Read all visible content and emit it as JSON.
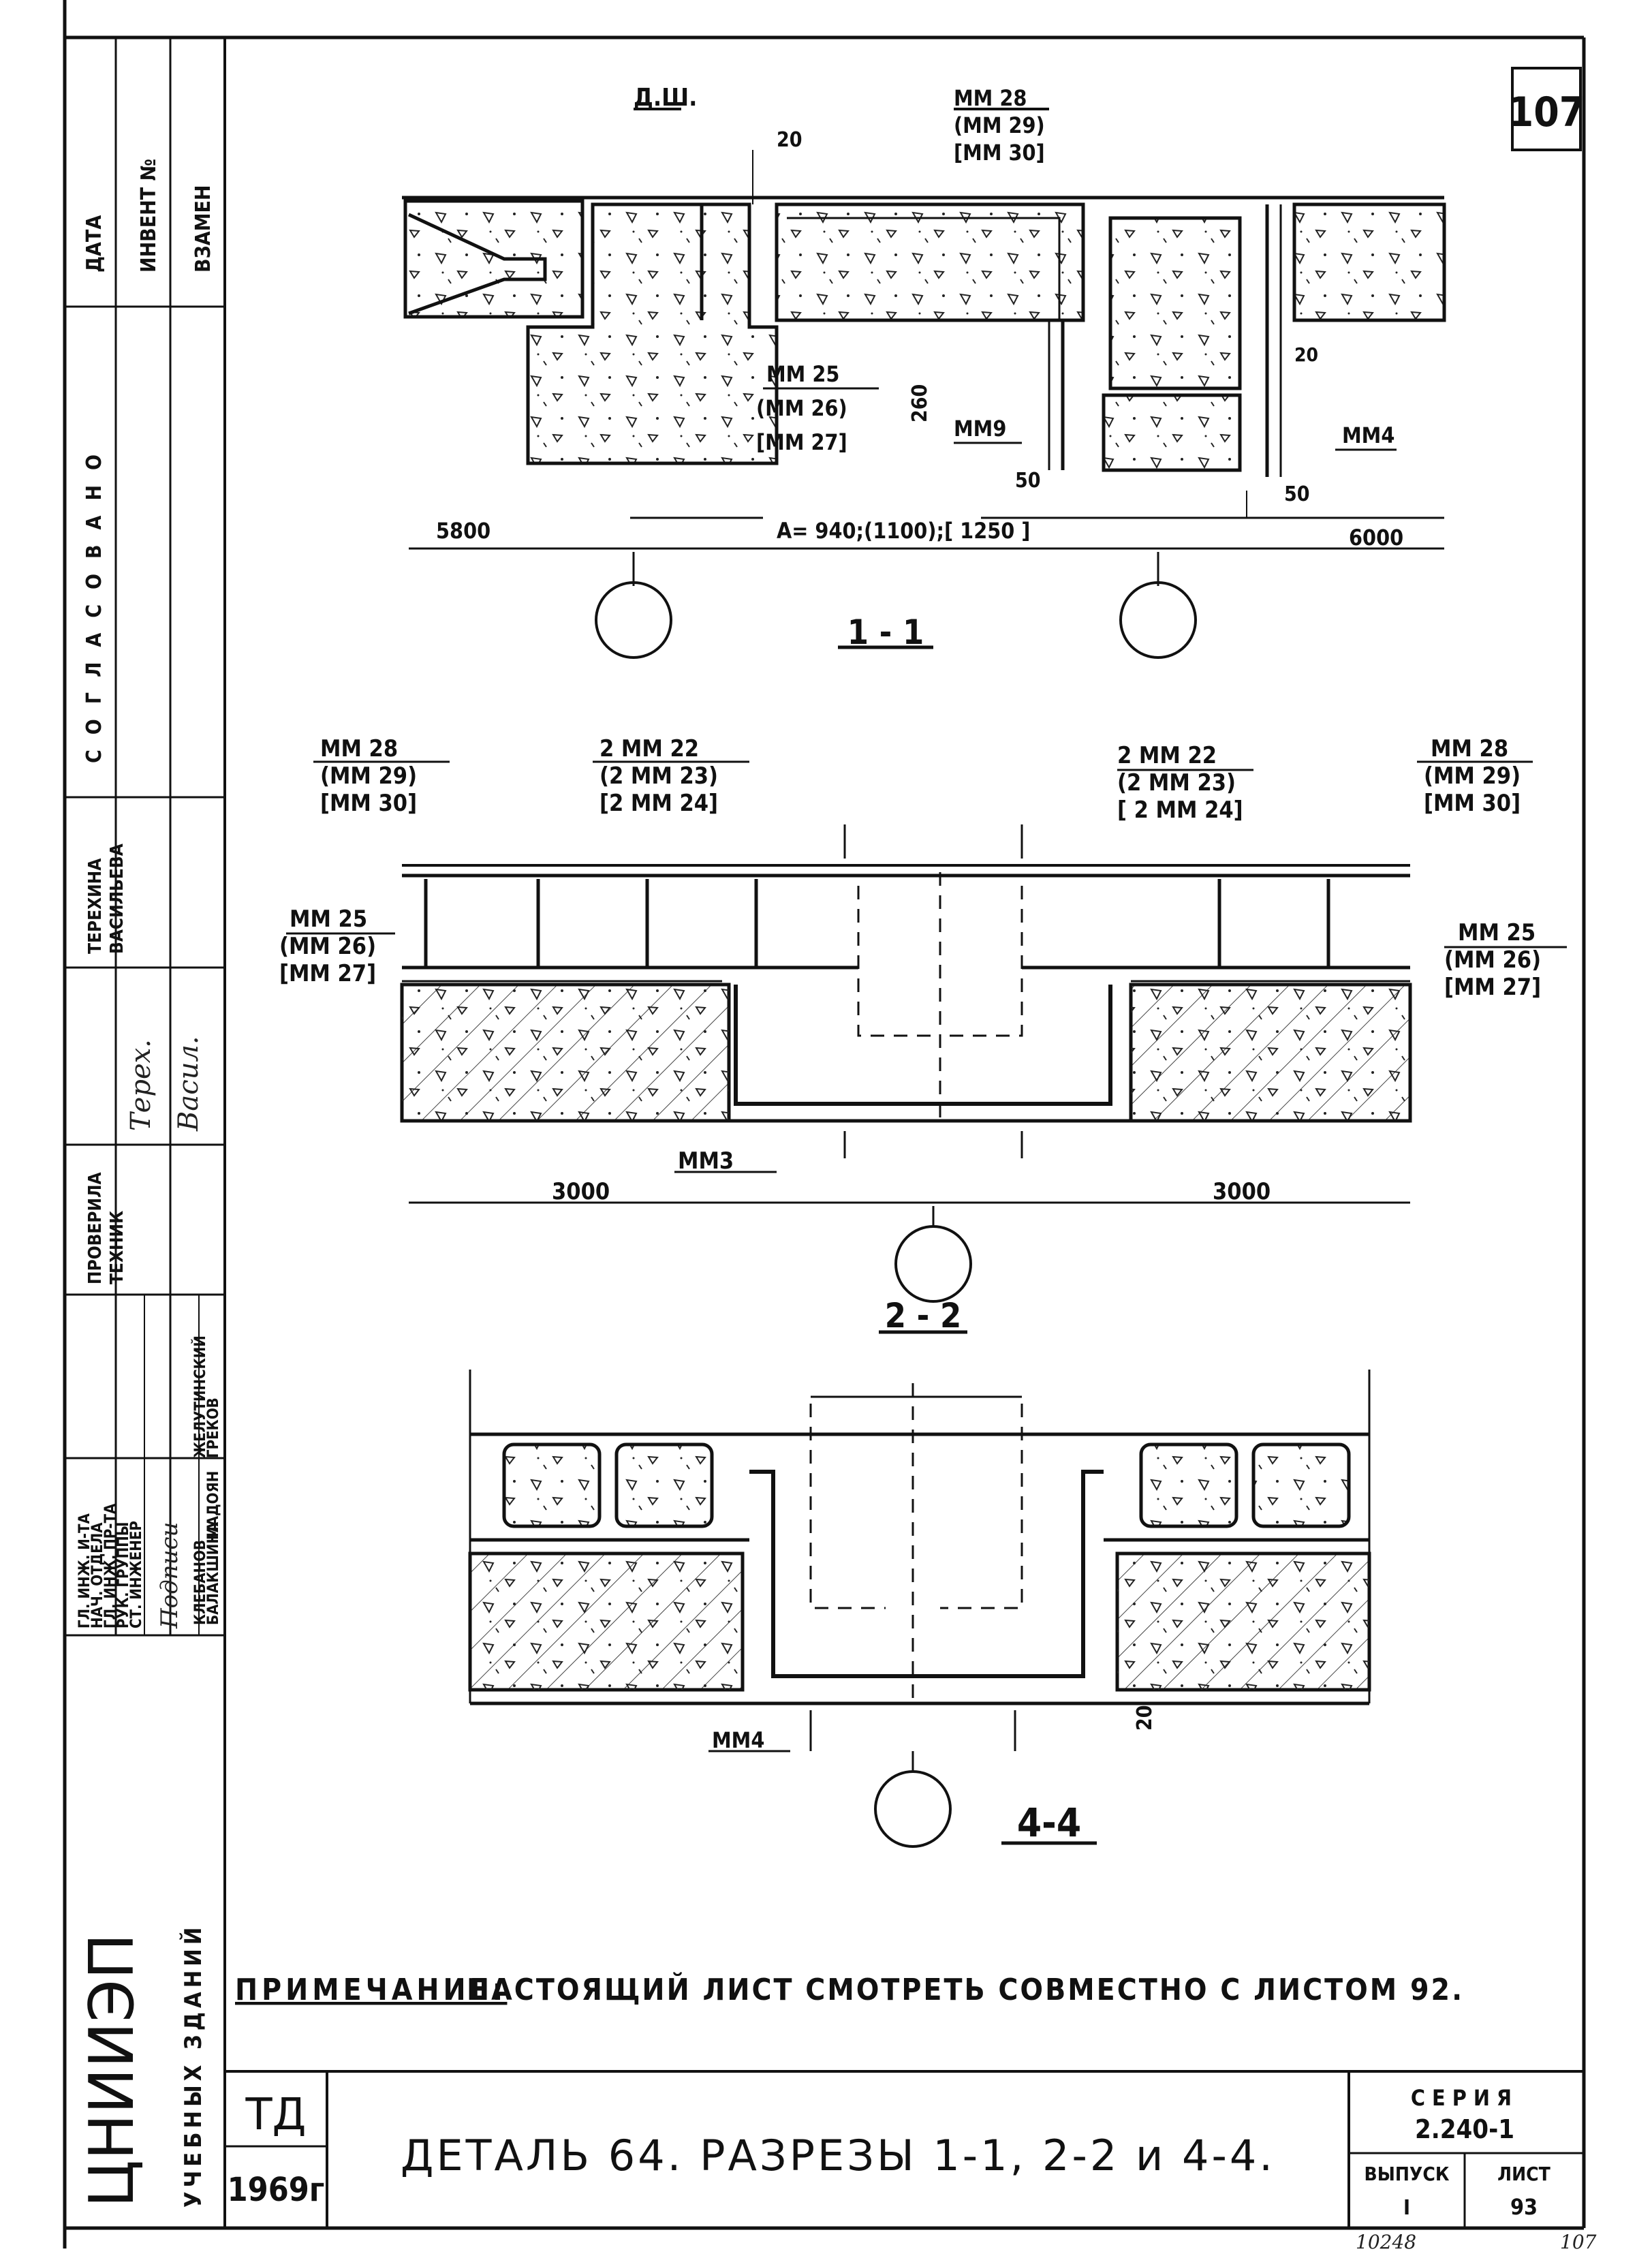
{
  "sheet": {
    "sheet_number": "107",
    "footer_archive": "10248",
    "footer_page": "107"
  },
  "side_table": {
    "top_headers": [
      "ДАТА",
      "ИНВЕНТ №",
      "ВЗАМЕН"
    ],
    "agreed": "СОГЛАСОВАНО",
    "roles": [
      "ГЛ. ИНЖ. И-ТА",
      "НАЧ. ОТДЕЛА",
      "ГЛ. ИНЖ. ПР-ТА",
      "РУК. ГРУППЫ",
      "СТ. ИНЖЕНЕР"
    ],
    "names": [
      "ЖЕЛУТИНСКИЙ",
      "ГРЕКОВ",
      "КЛЕБАНОВ",
      "БАЛАКШИНА",
      "МАДОЯН"
    ],
    "extra_roles": [
      "ПРОВЕРИЛА",
      "ТЕХНИК"
    ],
    "extra_names": [
      "ТЕРЕХИНА",
      "ВАСИЛЬЕВА"
    ],
    "org": "ЦНИИЭП",
    "org_sub": "УЧЕБНЫХ ЗДАНИЙ"
  },
  "drawing": {
    "section_1_1": {
      "detail_label": "Д.Ш.",
      "mm_top": [
        "ММ 28",
        "(ММ 29)",
        "[ММ 30]"
      ],
      "mm_left": [
        "ММ 25",
        "(ММ 26)",
        "[ММ 27]"
      ],
      "mm9": "ММ9",
      "mm4": "ММ4",
      "dim_20_top": "20",
      "dim_260": "260",
      "dim_50a": "50",
      "dim_50b": "50",
      "dim_20b": "20",
      "left_span": "5800",
      "mid_span": "А= 940;(1100);[ 1250 ]",
      "right_span": "6000",
      "title": "1 - 1"
    },
    "section_2_2": {
      "mm_left_top": [
        "ММ 28",
        "(ММ 29)",
        "[ММ 30]"
      ],
      "mm_mid_top": [
        "2 ММ 22",
        "(2 ММ 23)",
        "[2 ММ 24]"
      ],
      "mm_right_mid": [
        "2 ММ 22",
        "(2 ММ 23)",
        "[ 2 ММ 24]"
      ],
      "mm_right_top": [
        "ММ 28",
        "(ММ 29)",
        "[ММ 30]"
      ],
      "mm_left_bot": [
        "ММ 25",
        "(ММ 26)",
        "[ММ 27]"
      ],
      "mm_right_bot": [
        "ММ 25",
        "(ММ 26)",
        "[ММ 27]"
      ],
      "mm3": "ММ3",
      "left_span": "3000",
      "right_span": "3000",
      "title": "2 - 2"
    },
    "section_4_4": {
      "mm4": "ММ4",
      "dim_20": "20",
      "title": "4-4"
    }
  },
  "note": {
    "label": "ПРИМЕЧАНИЕ:",
    "text": "НАСТОЯЩИЙ  ЛИСТ  СМОТРЕТЬ  СОВМЕСТНО  С ЛИСТОМ 92."
  },
  "title_block": {
    "td": "ТД",
    "year": "1969г",
    "title": "ДЕТАЛЬ 64.  РАЗРЕЗЫ 1-1, 2-2 и 4-4.",
    "series_label": "СЕРИЯ",
    "series_value": "2.240-1",
    "issue_label": "ВЫПУСК",
    "issue_value": "I",
    "sheet_label": "ЛИСТ",
    "sheet_value": "93"
  }
}
